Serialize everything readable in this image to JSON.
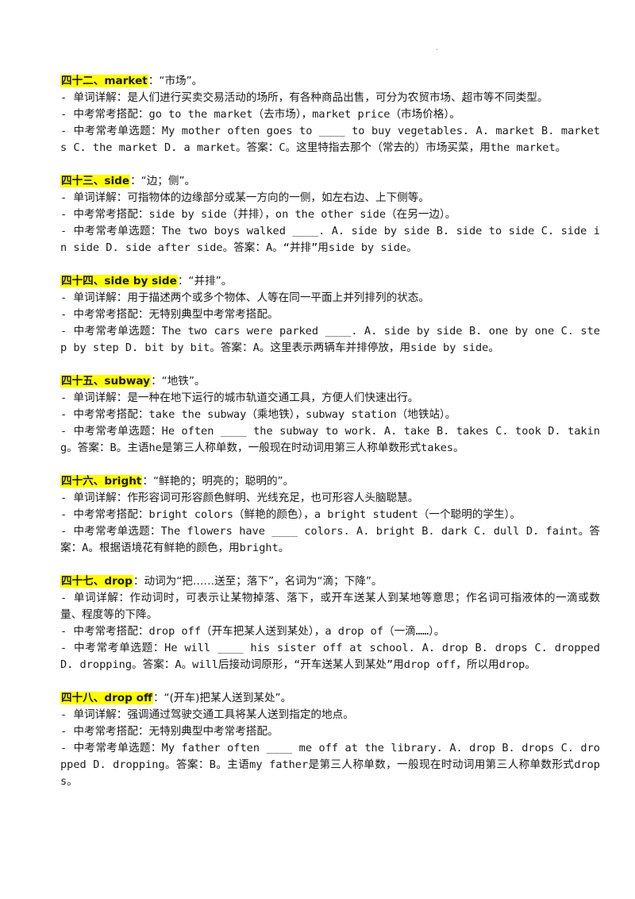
{
  "corner_mark": "·",
  "entries": [
    {
      "label": "四十二、market",
      "meaning": "：“市场”。",
      "detail": "- 单词详解：是人们进行买卖交易活动的场所，有各种商品出售，可分为农贸市场、超市等不同类型。",
      "collocation": "- 中考常考搭配：go to the market（去市场），market price（市场价格）。",
      "question": "- 中考常考单选题：My mother often goes to ____ to buy vegetables. A. market  B. markets  C. the market  D. a market。答案：C。这里特指去那个（常去的）市场买菜，用the market。"
    },
    {
      "label": "四十三、side",
      "meaning": "：“边；侧”。",
      "detail": "- 单词详解：可指物体的边缘部分或某一方向的一侧，如左右边、上下侧等。",
      "collocation": "- 中考常考搭配：side by side（并排），on the other side（在另一边）。",
      "question": "- 中考常考单选题：The two boys walked ____. A. side by side  B. side to side  C. side in side  D. side after side。答案：A。“并排”用side by side。"
    },
    {
      "label": "四十四、side by side",
      "meaning": "：“并排”。",
      "detail": "- 单词详解：用于描述两个或多个物体、人等在同一平面上并列排列的状态。",
      "collocation": "- 中考常考搭配：无特别典型中考常考搭配。",
      "question": "- 中考常考单选题：The two cars were parked ____. A. side by side  B. one by one  C. step by step  D. bit by bit。答案：A。这里表示两辆车并排停放，用side by side。"
    },
    {
      "label": "四十五、subway",
      "meaning": "：“地铁”。",
      "detail": "- 单词详解：是一种在地下运行的城市轨道交通工具，方便人们快速出行。",
      "collocation": "- 中考常考搭配：take the subway（乘地铁），subway station（地铁站）。",
      "question": "- 中考常考单选题：He often ____ the subway to work. A. take  B. takes  C. took  D. taking。答案：B。主语he是第三人称单数，一般现在时动词用第三人称单数形式takes。"
    },
    {
      "label": "四十六、bright",
      "meaning": "：“鲜艳的；明亮的；聪明的”。",
      "detail": "- 单词详解：作形容词可形容颜色鲜明、光线充足，也可形容人头脑聪慧。",
      "collocation": "- 中考常考搭配：bright colors（鲜艳的颜色），a bright student（一个聪明的学生）。",
      "question": "- 中考常考单选题：The flowers have ____ colors. A. bright  B. dark  C. dull  D. faint。答案：A。根据语境花有鲜艳的颜色，用bright。"
    },
    {
      "label": "四十七、drop",
      "meaning": "：动词为“把……送至；落下”，名词为“滴；下降”。",
      "detail": "- 单词详解：作动词时，可表示让某物掉落、落下，或开车送某人到某地等意思；作名词可指液体的一滴或数量、程度等的下降。",
      "collocation": "- 中考常考搭配：drop off（开车把某人送到某处），a drop of（一滴……）。",
      "question": "- 中考常考单选题：He will ____ his sister off at school. A. drop  B. drops  C. dropped  D. dropping。答案：A。will后接动词原形，“开车送某人到某处”用drop off，所以用drop。"
    },
    {
      "label": "四十八、drop off",
      "meaning": "：“(开车)把某人送到某处”。",
      "detail": "- 单词详解：强调通过驾驶交通工具将某人送到指定的地点。",
      "collocation": "- 中考常考搭配：无特别典型中考常考搭配。",
      "question": "- 中考常考单选题：My father often ____ me off at the library. A. drop  B. drops  C. dropped  D. dropping。答案：B。主语my father是第三人称单数，一般现在时动词用第三人称单数形式drops。"
    }
  ]
}
